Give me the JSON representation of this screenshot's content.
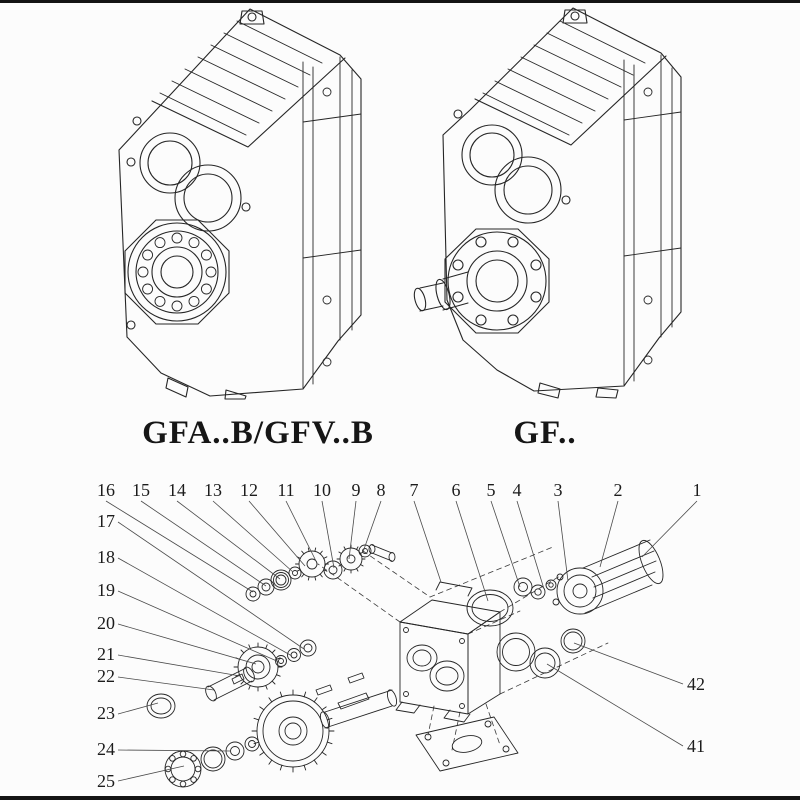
{
  "page": {
    "background": "#fcfcfc",
    "ink": "#262626",
    "description": "Gear reducer catalog page with two isometric line drawings and an exploded parts diagram"
  },
  "figures": [
    {
      "id": "shaft-mounted-unit",
      "label": "GFA..B/GFV..B"
    },
    {
      "id": "foot-mounted-unit",
      "label": "GF.."
    }
  ],
  "exploded_view": {
    "callouts": [
      "16",
      "15",
      "14",
      "13",
      "12",
      "11",
      "10",
      "9",
      "8",
      "7",
      "6",
      "5",
      "4",
      "3",
      "2",
      "1",
      "17",
      "18",
      "19",
      "20",
      "21",
      "22",
      "23",
      "24",
      "25",
      "42",
      "41"
    ]
  }
}
